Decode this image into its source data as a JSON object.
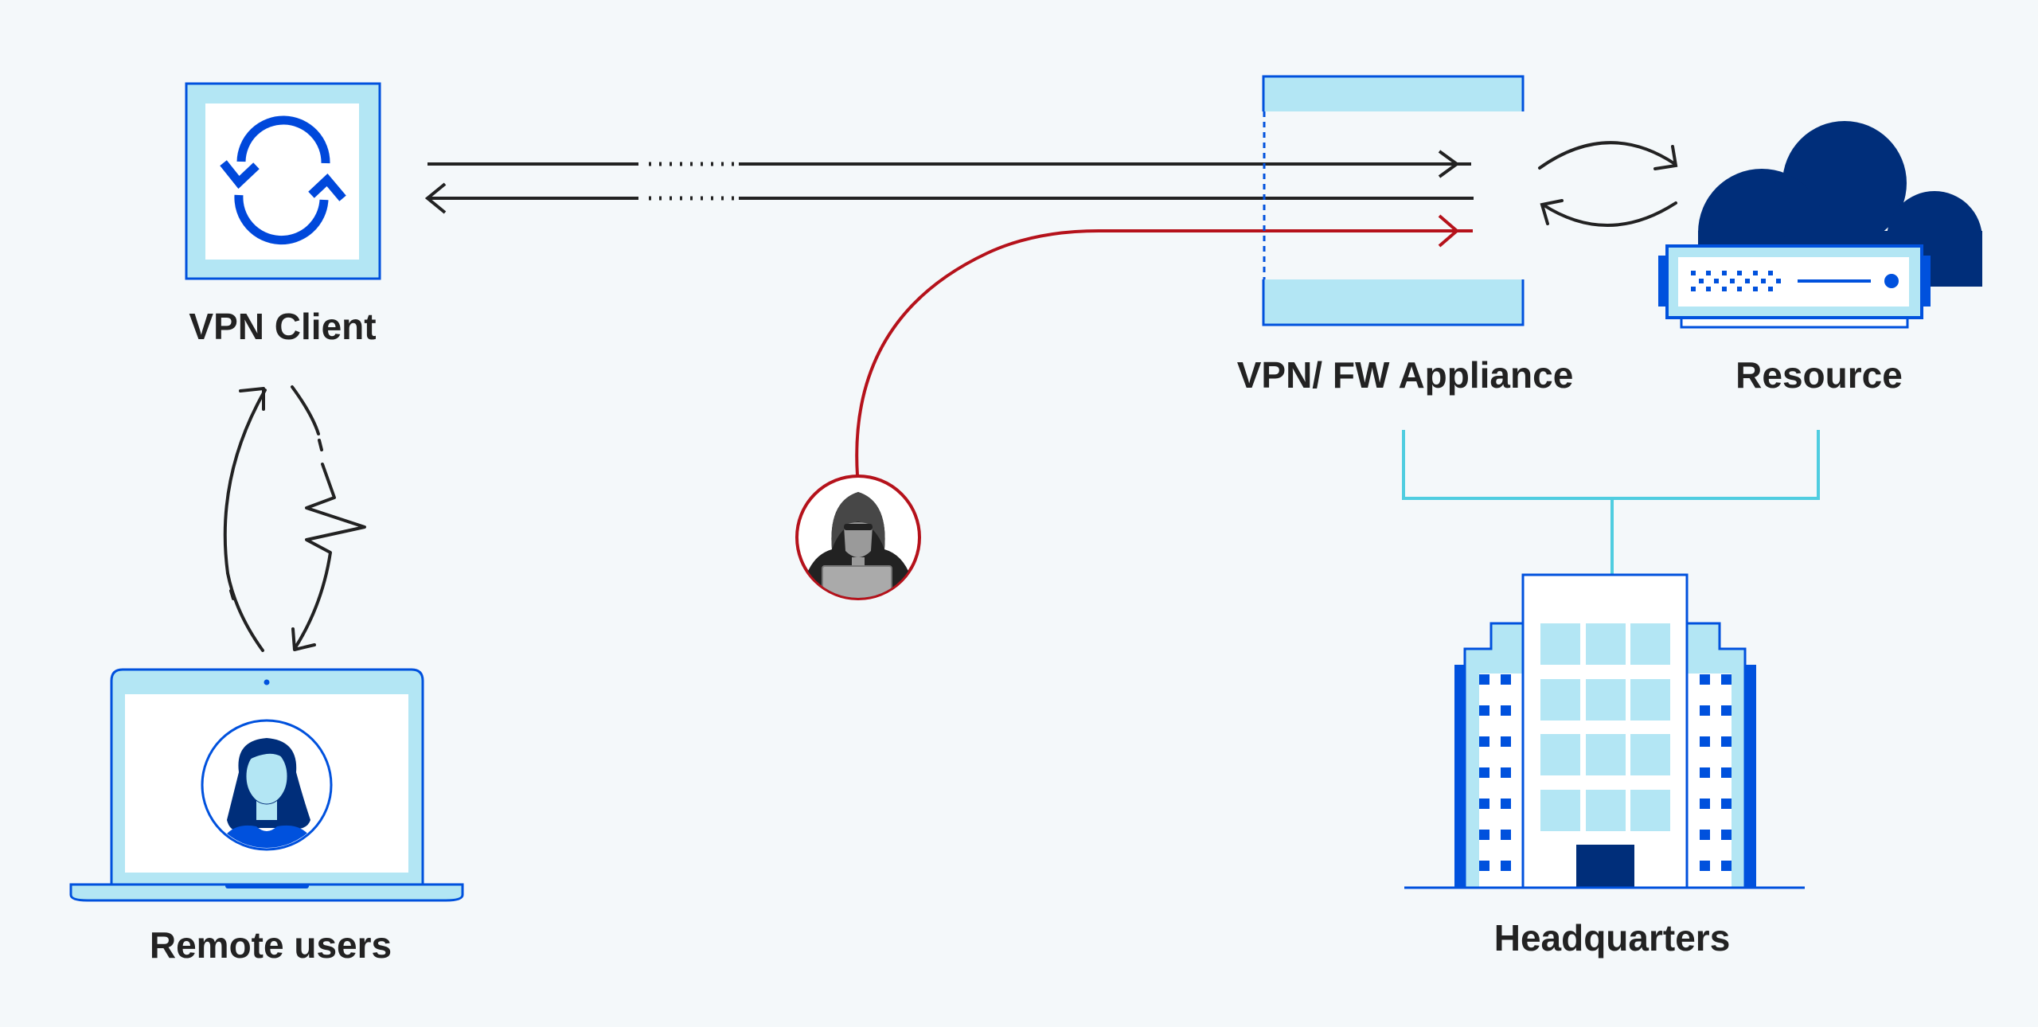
{
  "diagram": {
    "title": "VPN attack path diagram",
    "nodes": {
      "vpn_client": {
        "label": "VPN Client",
        "icon": "sync-icon"
      },
      "remote_users": {
        "label": "Remote users",
        "icon": "laptop-user-icon"
      },
      "appliance": {
        "label": "VPN/ FW Appliance",
        "icon": "firewall-icon"
      },
      "resource": {
        "label": "Resource",
        "icon": "cloud-server-icon"
      },
      "headquarters": {
        "label": "Headquarters",
        "icon": "office-building-icon"
      },
      "attacker": {
        "label": "",
        "icon": "hacker-icon"
      }
    },
    "edges": [
      {
        "from": "vpn_client",
        "to": "appliance",
        "style": "solid-dotted-solid",
        "direction": "forward"
      },
      {
        "from": "appliance",
        "to": "vpn_client",
        "style": "solid-dotted-solid",
        "direction": "forward"
      },
      {
        "from": "attacker",
        "to": "appliance",
        "style": "solid",
        "color": "red",
        "direction": "forward"
      },
      {
        "from": "appliance",
        "to": "resource",
        "style": "solid",
        "direction": "bidirectional"
      },
      {
        "from": "remote_users",
        "to": "vpn_client",
        "style": "solid-dash",
        "direction": "bidirectional",
        "note": "interrupted connection"
      },
      {
        "from": "appliance",
        "to": "headquarters",
        "style": "bracket"
      },
      {
        "from": "resource",
        "to": "headquarters",
        "style": "bracket"
      }
    ],
    "colors": {
      "background": "#f4f8fa",
      "primary_blue": "#0051dd",
      "light_blue": "#b3e6f4",
      "navy": "#002e7a",
      "attack_red": "#b5121b",
      "connector_cyan": "#4fcde0",
      "text": "#222222"
    }
  }
}
